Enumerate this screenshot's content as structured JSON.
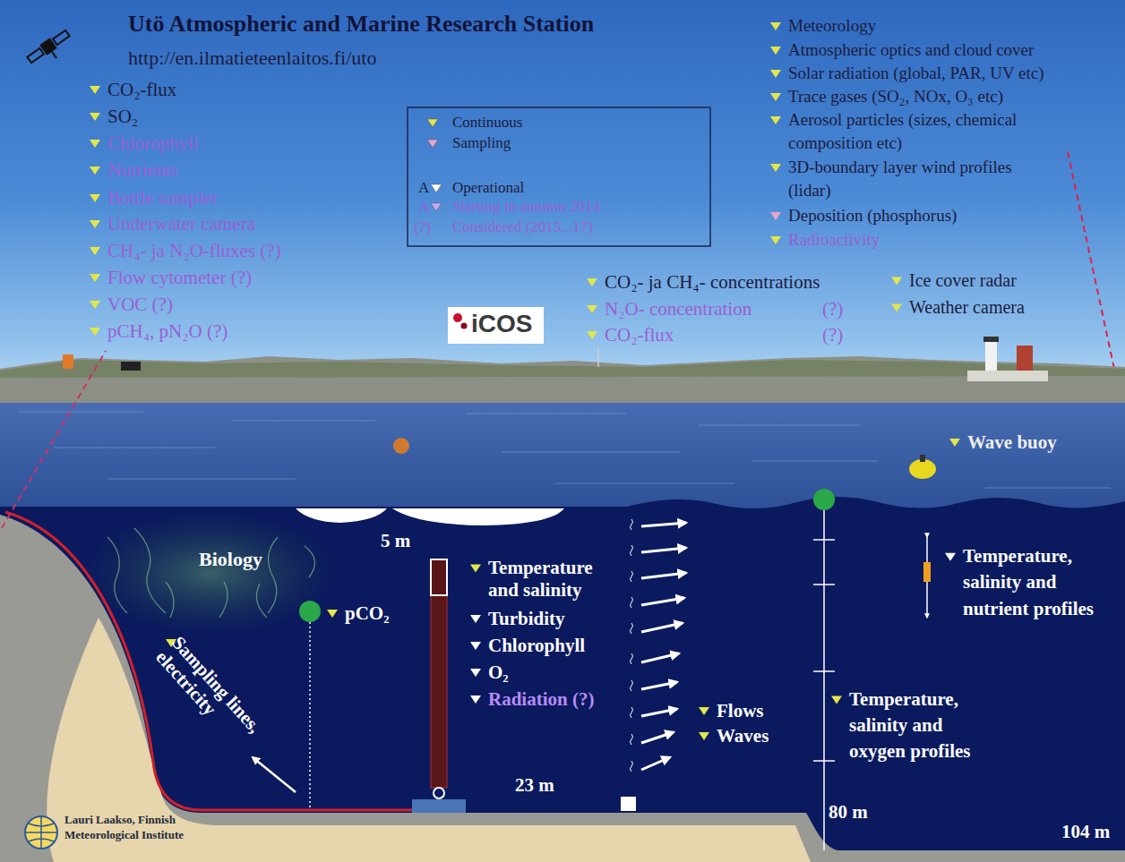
{
  "diagram": {
    "title": "Utö Atmospheric and Marine Research Station",
    "nodes": [
      {
        "text": [
          "iCOS"
        ]
      }
    ],
    "labels": [
      "http://en.ilmatieteenlaitos.fi/uto",
      "CO₂-flux",
      "SO₂",
      "Chlorophyll",
      "Nutrients",
      "Bottle sampler",
      "Underwater camera",
      "CH₄- ja N₂O-fluxes (?)",
      "Flow cytometer (?)",
      "VOC (?)",
      "pCH₄, pN₂O (?)",
      "A",
      "A",
      "(?)",
      "Meteorology",
      "Atmospheric optics and cloud cover",
      "Solar radiation (global, PAR, UV etc)",
      "Trace gases (SO₂, NOx, O₃ etc)",
      "Aerosol particles (sizes, chemical composition etc)",
      "3D-boundary layer wind profiles (lidar)",
      "Deposition (phosphorus)",
      "Radioactivity",
      "CO₂- ja CH₄- concentrations",
      "N₂O- concentration",
      "(?)",
      "CO₂-flux",
      "(?)",
      "Ice cover radar",
      "Weather camera",
      "Wave buoy",
      "5 m",
      "Biology",
      "pCO₂",
      "Sampling lines, electricity",
      "Temperature and salinity",
      "Turbidity",
      "Chlorophyll",
      "O₂",
      "Radiation (?)",
      "Flows",
      "Waves",
      "23 m",
      "Temperature, salinity and nutrient profiles",
      "Temperature, salinity and oxygen profiles",
      "80 m",
      "104 m",
      "Lauri Laakso, Finnish Meteorological Institute"
    ],
    "legend": [
      {
        "text": "Continuous",
        "color": "#e2e64a"
      },
      {
        "text": "Sampling",
        "color": "#e8a6c8"
      },
      {
        "text": "Operational",
        "color": "#ffffff"
      },
      {
        "text": "Starting in autumn 2014",
        "color": "#c7a6f2"
      },
      {
        "text": "Considered (2015...17)"
      }
    ]
  }
}
